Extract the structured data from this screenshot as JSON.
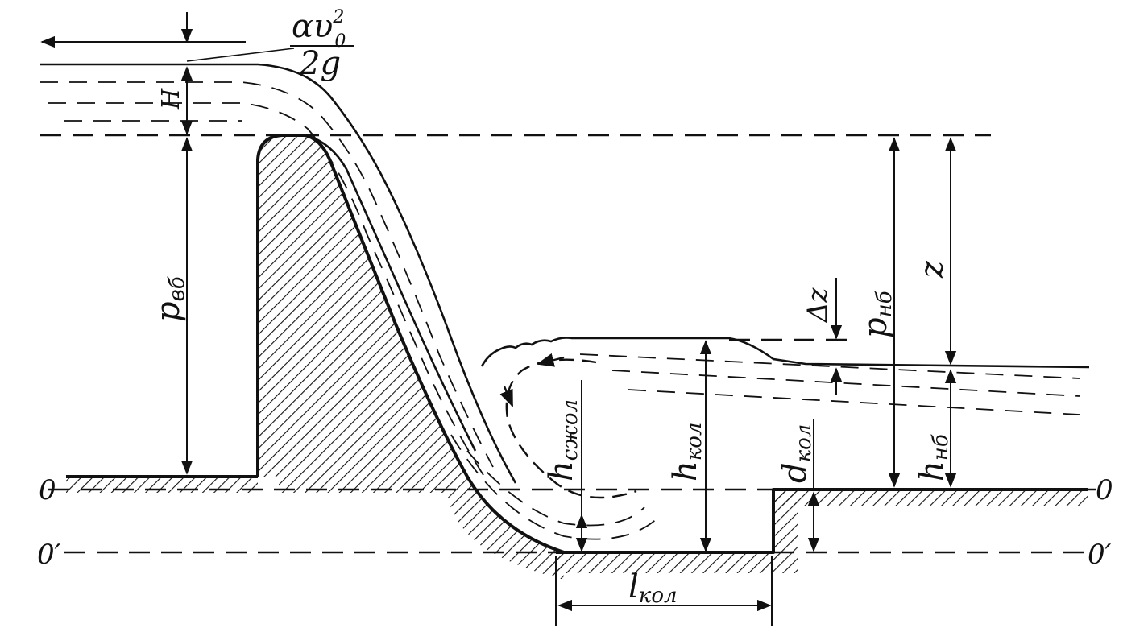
{
  "diagram": {
    "colors": {
      "ink": "#111111",
      "background": "#ffffff"
    },
    "labels": {
      "velocity_head_num": "αυ",
      "velocity_head_sup": "2",
      "velocity_head_sub": "0",
      "velocity_head_den": "2g",
      "head": "H",
      "p_upstream": "p",
      "p_upstream_sub": "вб",
      "p_downstream": "p",
      "p_downstream_sub": "нб",
      "z": "z",
      "delta_z": "Δz",
      "h_contracted": "h",
      "h_contracted_sub": "сжол",
      "h_well": "h",
      "h_well_sub": "кол",
      "d_well": "d",
      "d_well_sub": "кол",
      "h_downstream": "h",
      "h_downstream_sub": "нб",
      "l_well": "l",
      "l_well_sub": "кол",
      "datum_left": "0",
      "datum_right": "0",
      "datum2_left": "0′",
      "datum2_right": "0′"
    }
  }
}
